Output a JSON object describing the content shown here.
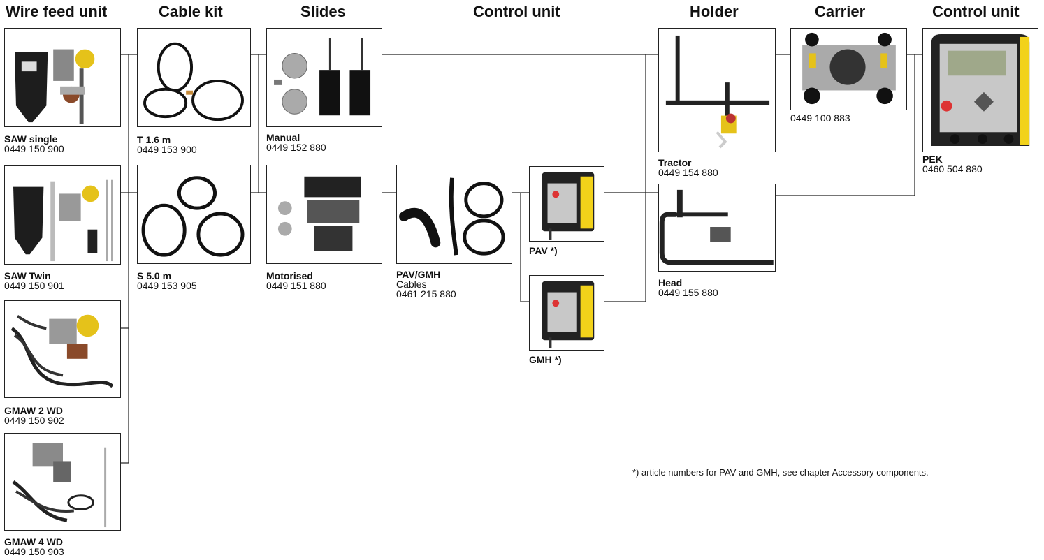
{
  "headers": {
    "wire_feed_unit": "Wire feed unit",
    "cable_kit": "Cable kit",
    "slides": "Slides",
    "control_unit_1": "Control unit",
    "holder": "Holder",
    "carrier": "Carrier",
    "control_unit_2": "Control unit"
  },
  "components": {
    "saw_single": {
      "name": "SAW single",
      "number": "0449 150 900",
      "icon": "wire-feeder-with-hopper"
    },
    "saw_twin": {
      "name": "SAW Twin",
      "number": "0449 150 901",
      "icon": "wire-feeder-twin"
    },
    "gmaw_2wd": {
      "name": "GMAW 2 WD",
      "number": "0449 150 902",
      "icon": "gmaw-feeder-2wd"
    },
    "gmaw_4wd": {
      "name": "GMAW 4 WD",
      "number": "0449 150 903",
      "icon": "gmaw-feeder-4wd"
    },
    "t16": {
      "name": "T 1.6 m",
      "number": "0449 153 900",
      "icon": "cable-coil"
    },
    "s50": {
      "name": "S 5.0 m",
      "number": "0449 153 905",
      "icon": "cable-coil"
    },
    "manual": {
      "name": "Manual",
      "number": "0449 152 880",
      "icon": "manual-slide"
    },
    "motorised": {
      "name": "Motorised",
      "number": "0449 151 880",
      "icon": "motorised-slide"
    },
    "pav_gmh_cables": {
      "name": "PAV/GMH",
      "sub": "Cables",
      "number": "0461 215 880",
      "icon": "cable-set"
    },
    "pav": {
      "name": "PAV *)",
      "icon": "pendant-control-box"
    },
    "gmh": {
      "name": "GMH *)",
      "icon": "pendant-control-box"
    },
    "tractor": {
      "name": "Tractor",
      "number": "0449 154 880",
      "icon": "tractor-holder"
    },
    "carrier": {
      "number": "0449 100 883",
      "icon": "wheeled-carrier"
    },
    "head": {
      "name": "Head",
      "number": "0449 155 880",
      "icon": "head-holder"
    },
    "pek": {
      "name": "PEK",
      "number": "0460 504 880",
      "icon": "pek-control-panel"
    }
  },
  "footnote": "*) article numbers for PAV and GMH, see chapter Accessory components."
}
